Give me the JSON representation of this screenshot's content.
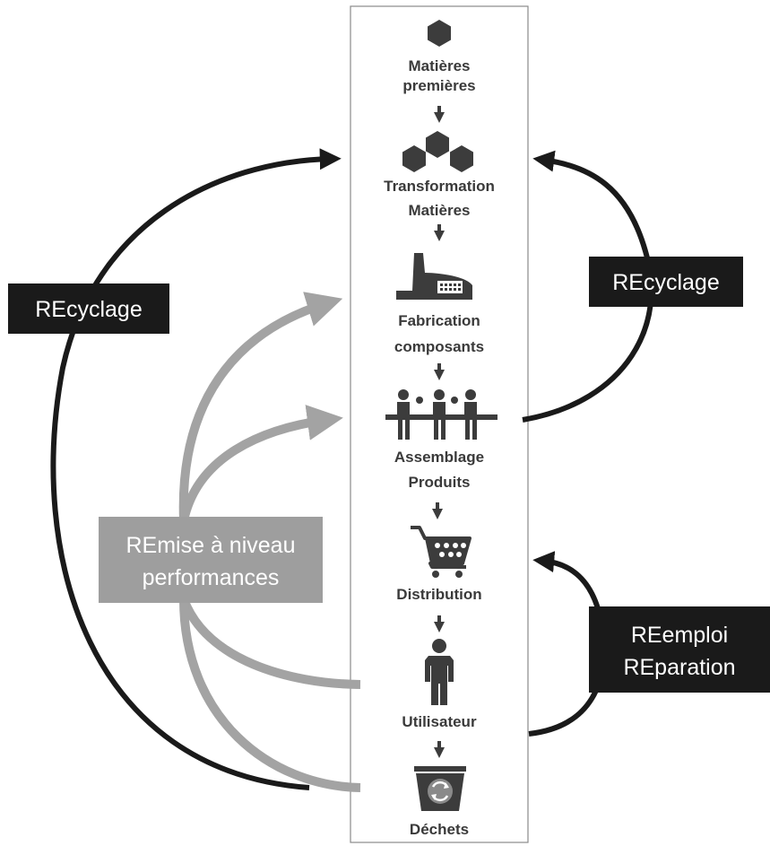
{
  "stages": [
    {
      "line1": "Matières",
      "line2": "premières",
      "icon": "hexagon-icon"
    },
    {
      "line1": "Transformation",
      "line2": "Matières",
      "icon": "hexagons-icon"
    },
    {
      "line1": "Fabrication",
      "line2": "composants",
      "icon": "factory-icon"
    },
    {
      "line1": "Assemblage",
      "line2": "Produits",
      "icon": "workers-icon"
    },
    {
      "line1": "Distribution",
      "line2": "",
      "icon": "shopping-cart-icon"
    },
    {
      "line1": "Utilisateur",
      "line2": "",
      "icon": "person-icon"
    },
    {
      "line1": "Déchets",
      "line2": "",
      "icon": "recycling-bin-icon"
    }
  ],
  "loops": {
    "recycling_left": {
      "label": "REcyclage"
    },
    "recycling_right": {
      "label": "REcyclage"
    },
    "upgrade": {
      "line1": "REmise à niveau",
      "line2": "performances"
    },
    "reuse": {
      "line1": "REemploi",
      "line2": "REparation"
    }
  },
  "colors": {
    "dark": "#1a1a1a",
    "grey_arrow": "#a3a3a3",
    "grey_box": "#9e9e9e",
    "icon": "#3c3c3c",
    "column_border": "#8a8a8a"
  }
}
